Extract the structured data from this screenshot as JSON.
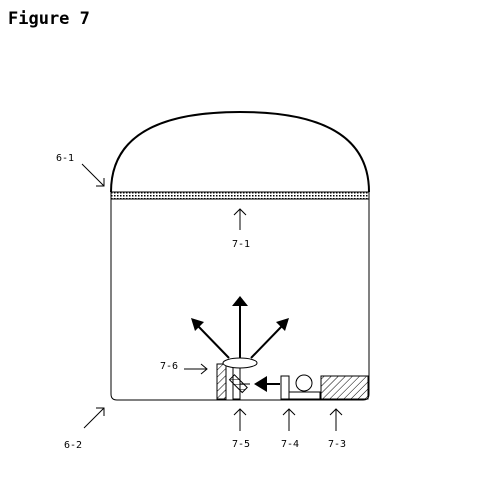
{
  "figure_title": "Figure 7",
  "labels": {
    "dome": "6-1",
    "vessel": "6-2",
    "membrane": "7-1",
    "block": "7-3",
    "source": "7-4",
    "mirror": "7-5",
    "lens": "7-6"
  }
}
